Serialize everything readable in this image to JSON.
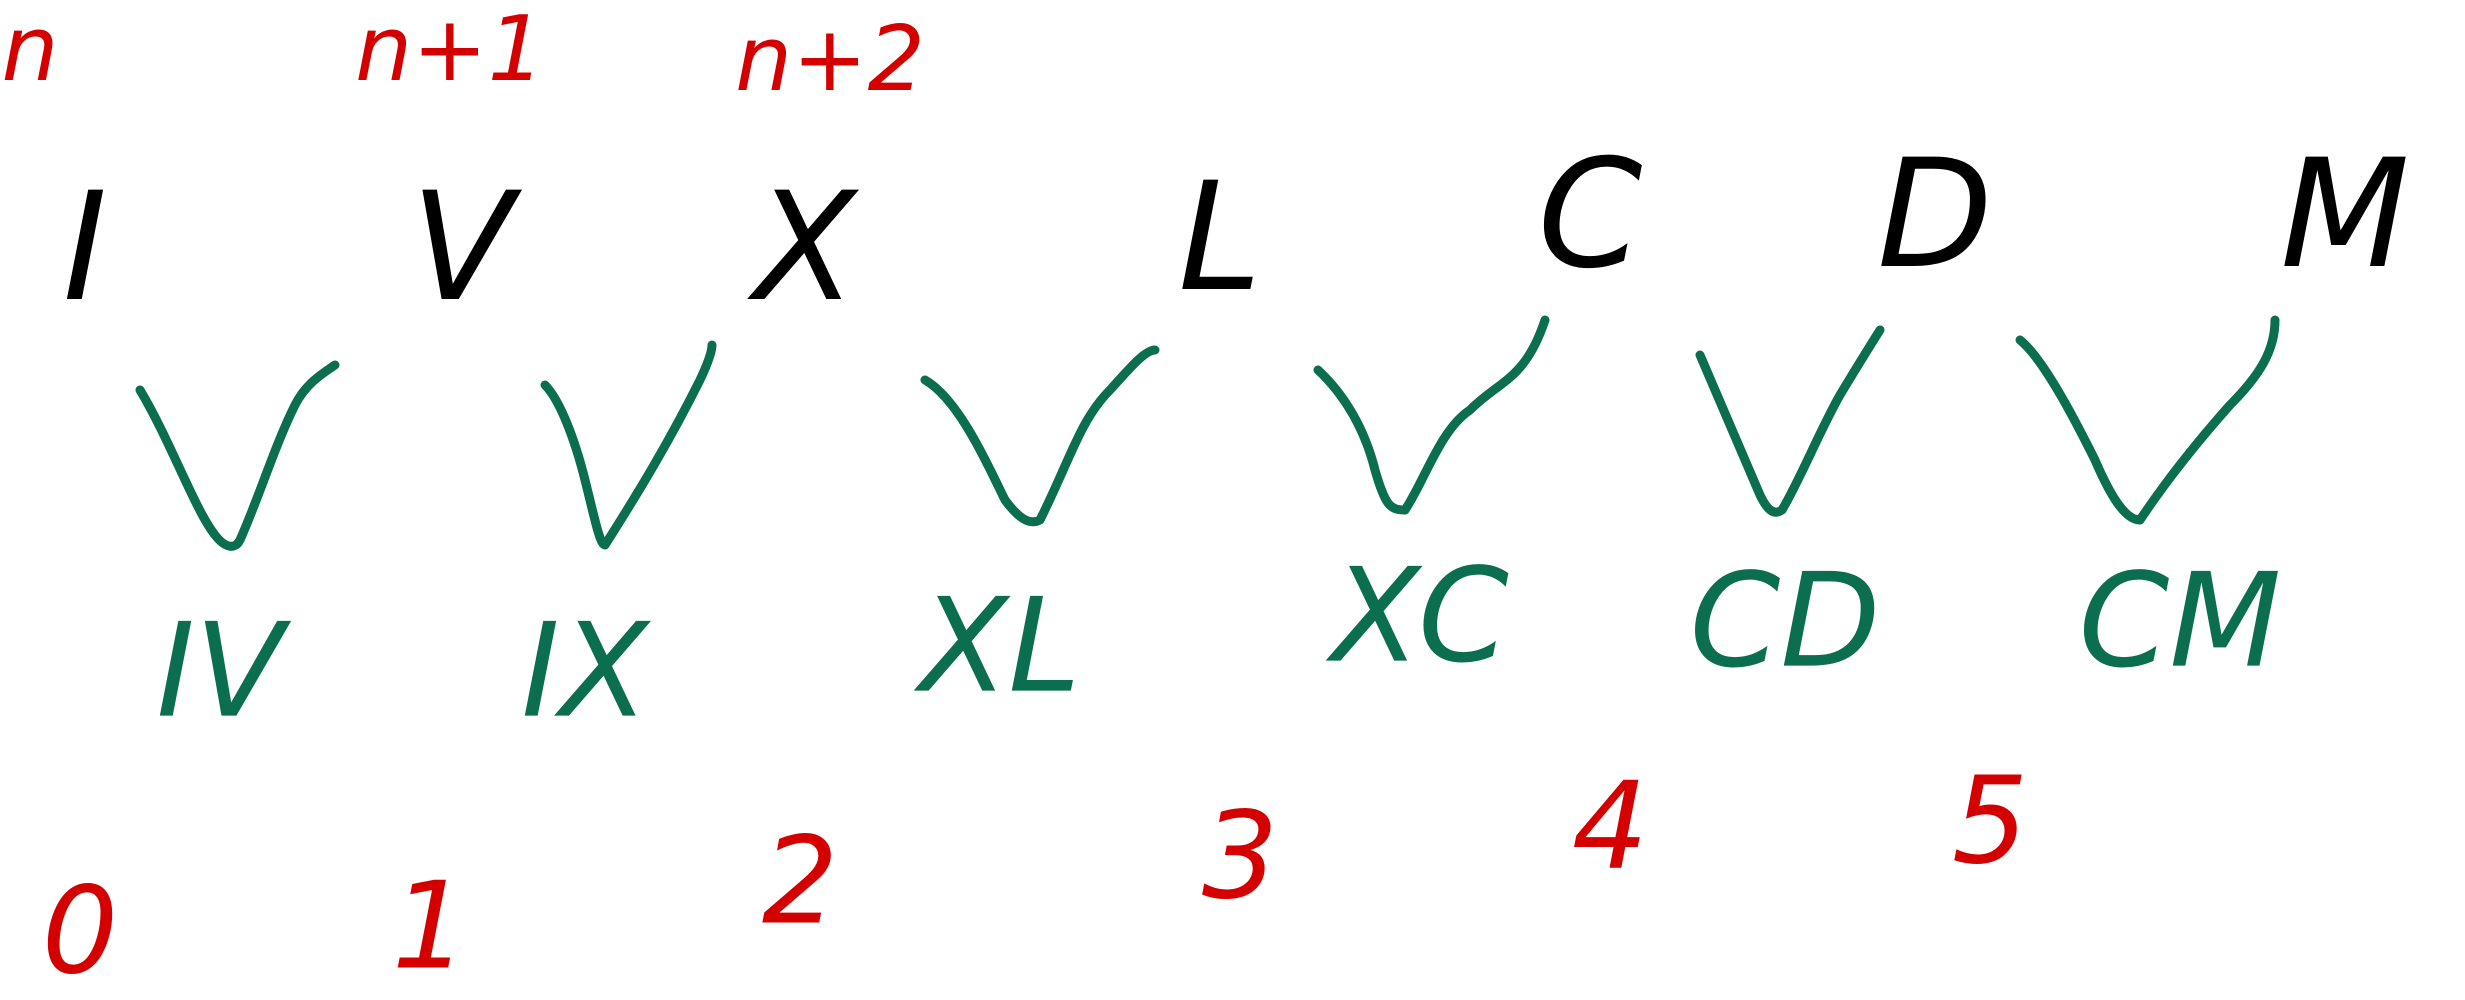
{
  "colors": {
    "ink": "#000000",
    "red": "#d40000",
    "green": "#0a6e4f",
    "background": "#ffffff"
  },
  "header": {
    "n": "n",
    "n_plus_1": "n+1",
    "n_plus_2": "n+2"
  },
  "symbols": [
    "I",
    "V",
    "X",
    "L",
    "C",
    "D",
    "M"
  ],
  "subtractive_pairs": [
    "IV",
    "IX",
    "XL",
    "XC",
    "CD",
    "CM"
  ],
  "indices": [
    "0",
    "1",
    "2",
    "3",
    "4",
    "5"
  ]
}
